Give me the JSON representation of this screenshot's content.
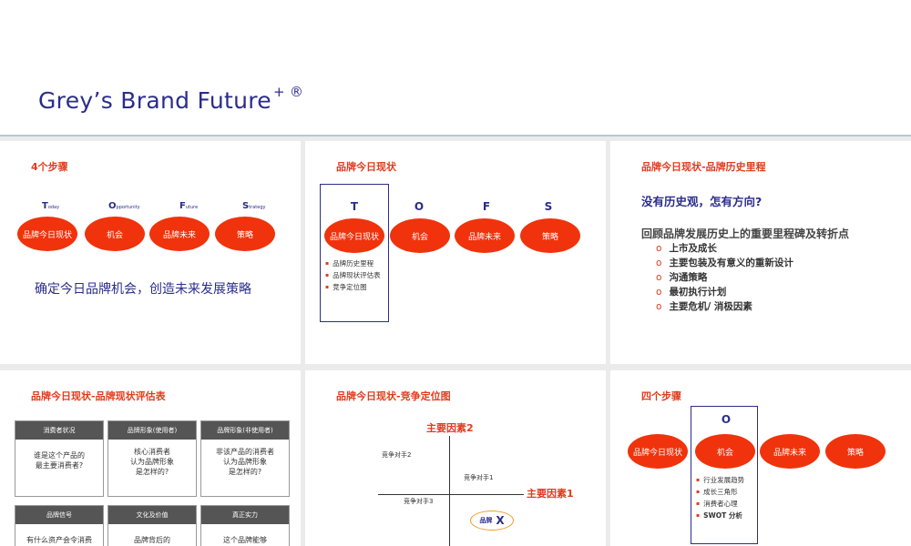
{
  "header": {
    "title": "Grey’s Brand Future",
    "superscript": "+ ®"
  },
  "slide1": {
    "title": "4个步骤",
    "letters": [
      {
        "initial": "T",
        "rest": "oday"
      },
      {
        "initial": "O",
        "rest": "pportunity"
      },
      {
        "initial": "F",
        "rest": "uture"
      },
      {
        "initial": "S",
        "rest": "trategy"
      }
    ],
    "ovals": [
      "品牌今日现状",
      "机会",
      "品牌未来",
      "策略"
    ],
    "tagline": "确定今日品牌机会，创造未来发展策略"
  },
  "slide2": {
    "title": "品牌今日现状",
    "letters": [
      "T",
      "O",
      "F",
      "S"
    ],
    "ovals": [
      "品牌今日现状",
      "机会",
      "品牌未来",
      "策略"
    ],
    "bullets": [
      "品牌历史里程",
      "品牌现状评估表",
      "竞争定位图"
    ]
  },
  "slide3": {
    "title": "品牌今日现状-品牌历史里程",
    "question": "没有历史观，怎有方向?",
    "subtitle": "回顾品牌发展历史上的重要里程碑及转折点",
    "items": [
      "上市及成长",
      "主要包装及有意义的重新设计",
      "沟通策略",
      "最初执行计划",
      "主要危机/ 消极因素"
    ]
  },
  "slide4": {
    "title": "品牌今日现状-品牌现状评估表",
    "cells": [
      {
        "header": "消费者状况",
        "body": "谁是这个产品的\n最主要消费者?"
      },
      {
        "header": "品牌形象(使用者)",
        "body": "核心消费者\n认为品牌形象\n是怎样的?"
      },
      {
        "header": "品牌形象(非使用者)",
        "body": "非该产品的消费者\n认为品牌形象\n是怎样的?"
      },
      {
        "header": "品牌信号",
        "body": "有什么资产会令消费"
      },
      {
        "header": "文化及价值",
        "body": "品牌背后的"
      },
      {
        "header": "真正实力",
        "body": "这个品牌能够"
      }
    ]
  },
  "slide5": {
    "title": "品牌今日现状-竞争定位图",
    "factor_y": "主要因素2",
    "factor_x": "主要因素1",
    "competitors": [
      "竞争对手2",
      "竞争对手1",
      "竞争对手3"
    ],
    "brand_label": "品牌",
    "brand_mark": "X"
  },
  "slide6": {
    "title": "四个步骤",
    "letter": "O",
    "ovals": [
      "品牌今日现状",
      "机会",
      "品牌未来",
      "策略"
    ],
    "bullets": [
      "行业发展趋势",
      "成长三角形",
      "消费者心理",
      "SWOT 分析"
    ]
  }
}
